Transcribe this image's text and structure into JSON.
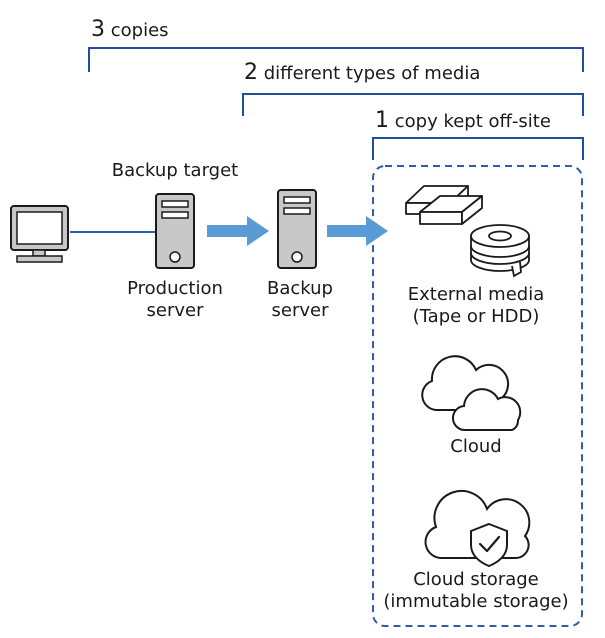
{
  "rules": {
    "copies": {
      "number": "3",
      "text": "copies"
    },
    "media": {
      "number": "2",
      "text": "different types of media"
    },
    "offsite": {
      "number": "1",
      "text": "copy kept off-site"
    }
  },
  "nodes": {
    "backup_target_title": "Backup target",
    "production_server": {
      "line1": "Production",
      "line2": "server"
    },
    "backup_server": {
      "line1": "Backup",
      "line2": "server"
    },
    "external_media": {
      "line1": "External media",
      "line2": "(Tape or HDD)"
    },
    "cloud": "Cloud",
    "cloud_storage": {
      "line1": "Cloud storage",
      "line2": "(immutable storage)"
    }
  },
  "colors": {
    "bracket": "#1f4e9a",
    "arrow": "#5b9bd5",
    "line": "#2f5fa8",
    "server_fill": "#c8c8c8",
    "outline": "#1a1a1a"
  },
  "icons": [
    "computer-icon",
    "server-icon",
    "hdd-icon",
    "tape-icon",
    "cloud-icon",
    "shield-check-icon"
  ]
}
